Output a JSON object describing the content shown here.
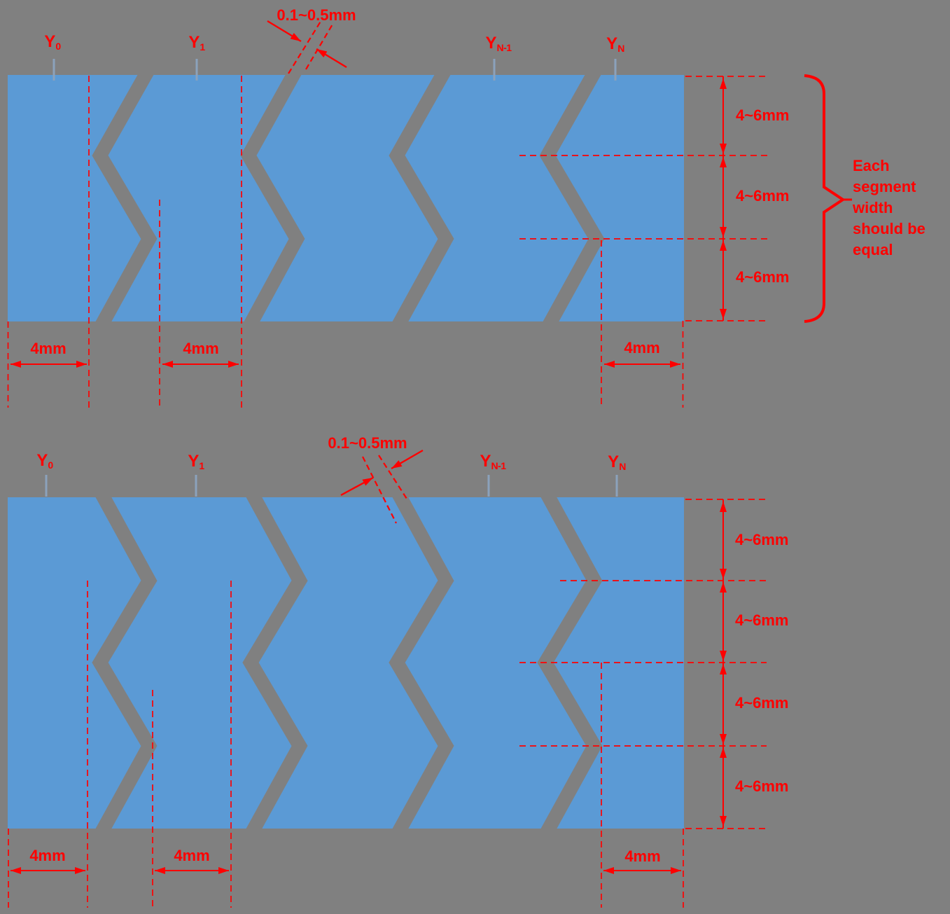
{
  "colors": {
    "background_gray": "#808080",
    "strip_blue": "#5B9AD5",
    "cut_gray": "#808080",
    "annotation_red": "#FF0000",
    "tick_blue_gray": "#8BA2BC"
  },
  "top_figure": {
    "labels": [
      {
        "main": "Y",
        "sub": "0"
      },
      {
        "main": "Y",
        "sub": "1"
      },
      {
        "main": "Y",
        "sub": "N-1"
      },
      {
        "main": "Y",
        "sub": "N"
      }
    ],
    "gap_label": "0.1~0.5mm",
    "segment_labels": [
      "4~6mm",
      "4~6mm",
      "4~6mm"
    ],
    "offset_labels": [
      "4mm",
      "4mm",
      "4mm"
    ],
    "note_lines": [
      "Each",
      "segment",
      "width",
      "should be",
      "equal"
    ]
  },
  "bottom_figure": {
    "labels": [
      {
        "main": "Y",
        "sub": "0"
      },
      {
        "main": "Y",
        "sub": "1"
      },
      {
        "main": "Y",
        "sub": "N-1"
      },
      {
        "main": "Y",
        "sub": "N"
      }
    ],
    "gap_label": "0.1~0.5mm",
    "segment_labels": [
      "4~6mm",
      "4~6mm",
      "4~6mm",
      "4~6mm"
    ],
    "offset_labels": [
      "4mm",
      "4mm",
      "4mm"
    ]
  }
}
